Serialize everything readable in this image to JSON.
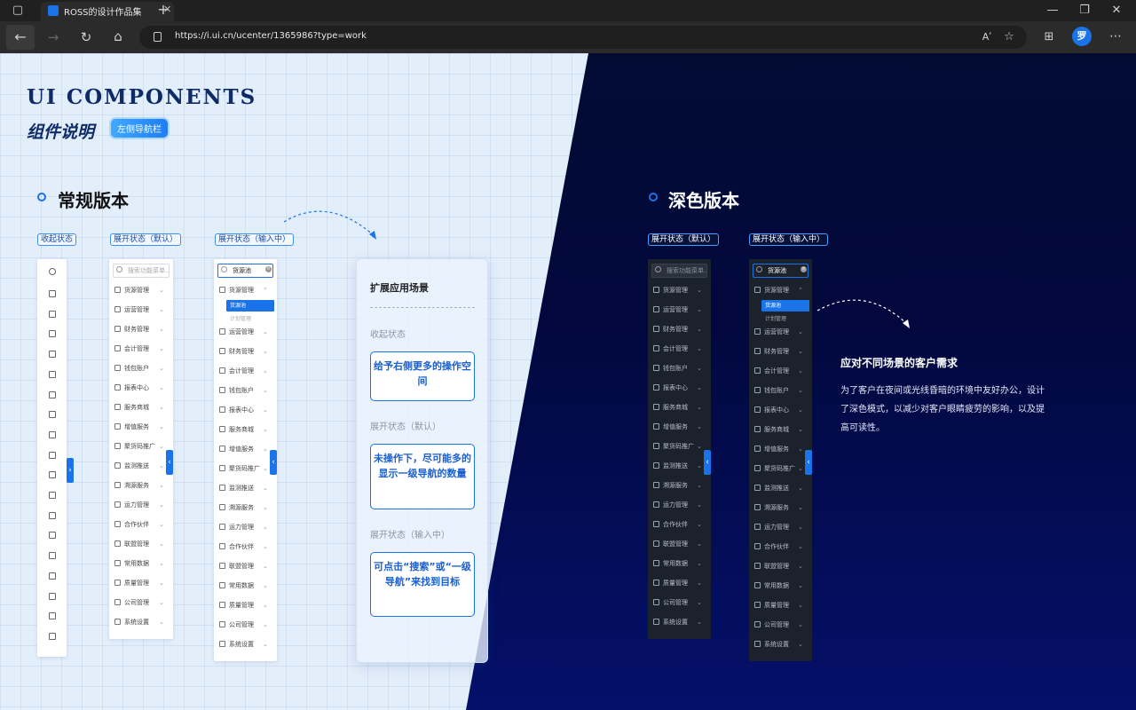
{
  "browser": {
    "tab_title": "ROSS的设计作品集",
    "url": "https://i.ui.cn/ucenter/1365986?type=work",
    "reader_label": "Aʹ"
  },
  "hero": {
    "logo_en": "UI COMPONENTS",
    "logo_cn": "组件说明",
    "tag": "左侧导航栏"
  },
  "light": {
    "title": "常规版本",
    "labels": [
      "收起状态",
      "展开状态（默认）",
      "展开状态（输入中）"
    ],
    "search_placeholder": "搜索功能菜单...",
    "search_value": "货源池"
  },
  "dark": {
    "title": "深色版本",
    "labels": [
      "展开状态（默认）",
      "展开状态（输入中）"
    ],
    "heading": "应对不同场景的客户需求",
    "desc": "为了客户在夜间或光线昏暗的环境中友好办公，设计了深色模式，以减少对客户眼睛疲劳的影响，以及提高可读性。"
  },
  "nav_items": [
    "货源管理",
    "运营管理",
    "财务管理",
    "会计管理",
    "钱包账户",
    "报表中心",
    "服务商城",
    "增值服务",
    "聚货码推广",
    "监测推送",
    "溯源服务",
    "运力管理",
    "合作伙伴",
    "联盟管理",
    "常用数据",
    "质量管理",
    "公司管理",
    "系统设置"
  ],
  "sub_items": [
    "货源池",
    "计划管理"
  ],
  "card": {
    "title": "扩展应用场景",
    "sections": [
      {
        "label": "收起状态",
        "text": "给予右侧更多的操作空间"
      },
      {
        "label": "展开状态（默认）",
        "text": "未操作下，尽可能多的显示一级导航的数量"
      },
      {
        "label": "展开状态（输入中）",
        "text": "可点击“搜索”或“一级导航”来找到目标"
      }
    ]
  },
  "colors": {
    "accent": "#1a73e8",
    "dark_bg": "#02083d",
    "light_bg": "#e3eefb"
  }
}
